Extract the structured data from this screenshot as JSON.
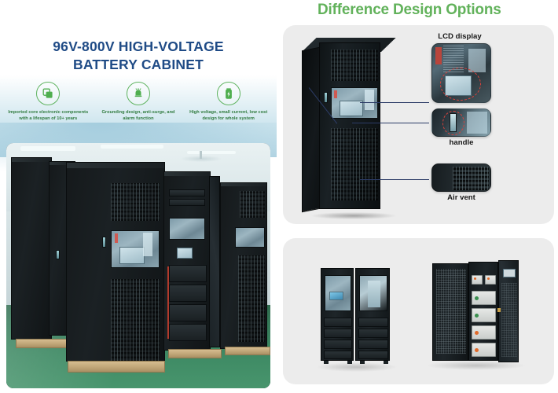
{
  "left": {
    "title_lines": [
      "96V-800V HIGH-VOLTAGE",
      "BATTERY CABINET"
    ],
    "title_color": "#1f4b86",
    "features": [
      {
        "icon": "chip-icon",
        "text": "Imported core electronic components with a lifespan of 10+ years"
      },
      {
        "icon": "alarm-bell-icon",
        "text": "Grounding design, anti-surge, and alarm function"
      },
      {
        "icon": "battery-bolt-icon",
        "text": "High voltage, small current, low cost design for whole system"
      }
    ],
    "feature_color": "#2f7a3e",
    "photo_caption": "factory-warehouse-battery-cabinets-photo"
  },
  "right": {
    "section_title": "Difference Design Options",
    "section_title_color": "#62b25b",
    "panel_bg": "#ececec",
    "hero_image": "high-voltage-battery-cabinet-front-angle",
    "callouts": [
      {
        "label": "LCD display",
        "highlight": "red-dashed-ellipse",
        "image": "lcd-display-closeup"
      },
      {
        "label": "handle",
        "highlight": "red-dashed-ellipse",
        "image": "door-handle-closeup"
      },
      {
        "label": "Air vent",
        "highlight": "none",
        "image": "air-vent-closeup"
      }
    ],
    "bottom_images": [
      "dual-battery-cabinets-front-view",
      "battery-cabinet-open-door-internal-breakers"
    ]
  },
  "colors": {
    "accent_green": "#62b25b",
    "title_blue": "#1f4b86",
    "highlight_red": "#d9423c",
    "lead_line_blue": "#2c3c67",
    "panel_gray": "#ececec",
    "cabinet_black": "#15191b",
    "floor_green": "#3e8a64"
  }
}
